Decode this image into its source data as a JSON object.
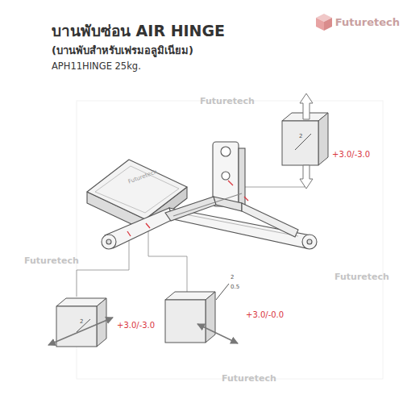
{
  "diagram": {
    "title": "บานพับซ่อน AIR HINGE",
    "labels": [
      "(บานพับสำหรับเฟรมอลูมิเนียม)",
      "APH11HINGE 25kg.",
      "Futuretech",
      "Futuretech",
      "2",
      "+3.0/-3.0",
      "2",
      "+3.0/-3.0",
      "2",
      "0.5",
      "+3.0/-0.0",
      "Futuretech",
      "Futuretech",
      "Futuretech",
      "Futuretech"
    ]
  }
}
